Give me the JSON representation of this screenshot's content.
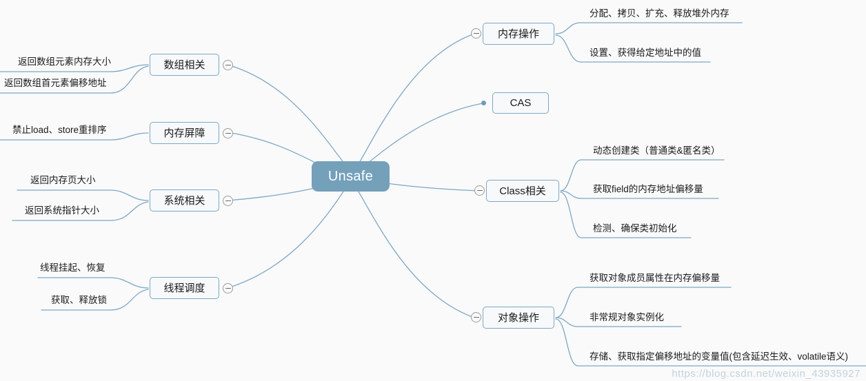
{
  "meta": {
    "background": "#fafafa",
    "accent": "#74a0ba",
    "link_color": "#7da7c4",
    "node_fill": "#f7f9fb",
    "node_border": "#7da7c4",
    "watermark": "https://blog.csdn.net/weixin_43935927"
  },
  "root": {
    "label": "Unsafe"
  },
  "branches": {
    "array": {
      "label": "数组相关",
      "leaves": [
        {
          "label": "返回数组元素内存大小"
        },
        {
          "label": "返回数组首元素偏移地址"
        }
      ]
    },
    "barrier": {
      "label": "内存屏障",
      "leaves": [
        {
          "label": "禁止load、store重排序"
        }
      ]
    },
    "system": {
      "label": "系统相关",
      "leaves": [
        {
          "label": "返回内存页大小"
        },
        {
          "label": "返回系统指针大小"
        }
      ]
    },
    "thread": {
      "label": "线程调度",
      "leaves": [
        {
          "label": "线程挂起、恢复"
        },
        {
          "label": "获取、释放锁"
        }
      ]
    },
    "memory": {
      "label": "内存操作",
      "leaves": [
        {
          "label": "分配、拷贝、扩充、释放堆外内存"
        },
        {
          "label": "设置、获得给定地址中的值"
        }
      ]
    },
    "cas": {
      "label": "CAS",
      "leaves": []
    },
    "clazz": {
      "label": "Class相关",
      "leaves": [
        {
          "label": "动态创建类（普通类&匿名类）"
        },
        {
          "label": "获取field的内存地址偏移量"
        },
        {
          "label": "检测、确保类初始化"
        }
      ]
    },
    "object": {
      "label": "对象操作",
      "leaves": [
        {
          "label": "获取对象成员属性在内存偏移量"
        },
        {
          "label": "非常规对象实例化"
        },
        {
          "label": "存储、获取指定偏移地址的变量值(包含延迟生效、volatile语义)"
        }
      ]
    }
  }
}
